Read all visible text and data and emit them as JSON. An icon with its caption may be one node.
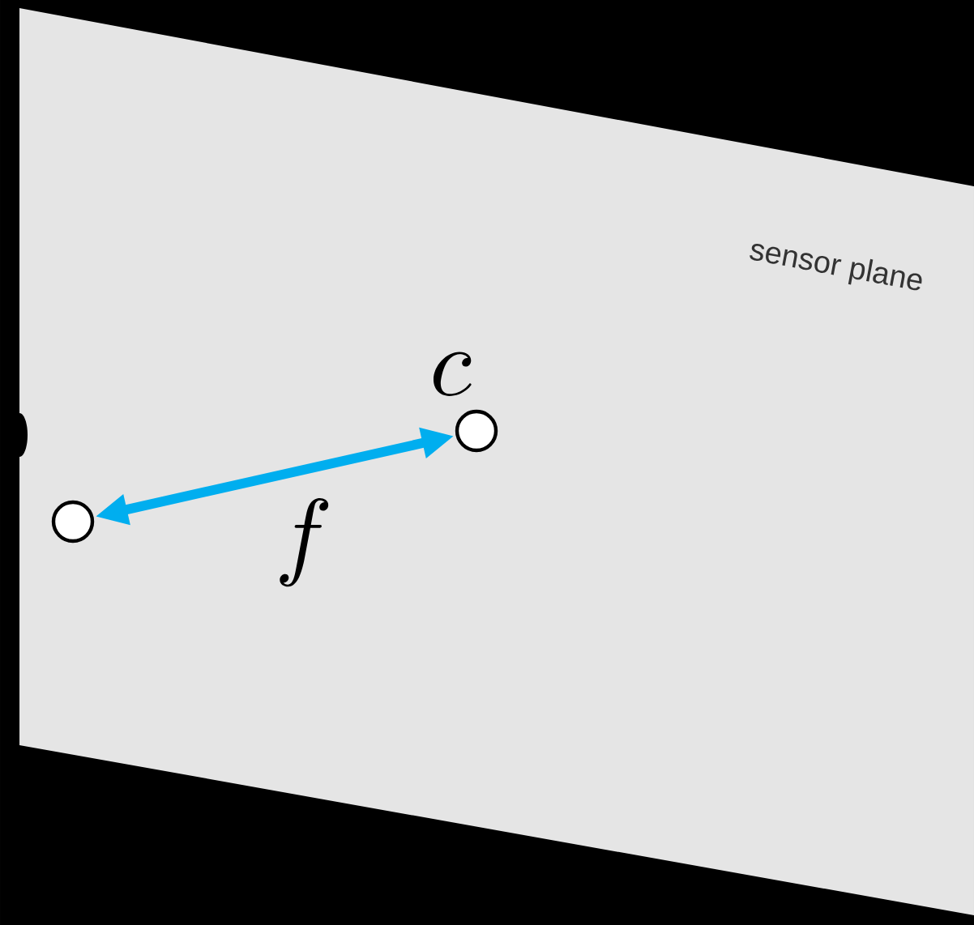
{
  "diagram": {
    "nodes": [
      {
        "text": [
          "sensor plane"
        ]
      },
      {
        "text": [],
        "shape": "circle",
        "in": 0
      },
      {
        "text": [],
        "shape": "circle",
        "in": 0,
        "beside": [
          "c"
        ]
      }
    ],
    "edges": [
      {
        "from": 1,
        "to": 2,
        "arrow": "both",
        "label": "f"
      }
    ]
  }
}
